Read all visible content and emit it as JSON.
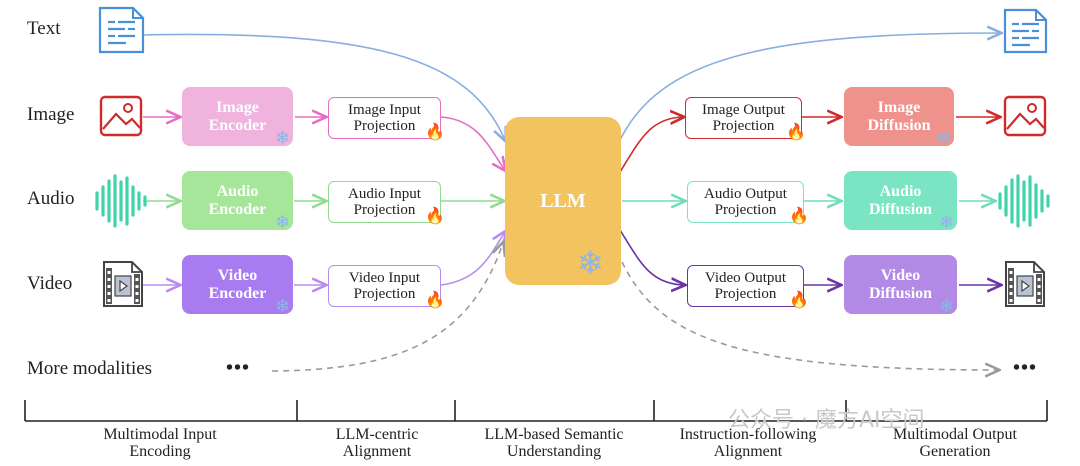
{
  "rows": {
    "text": "Text",
    "image": "Image",
    "audio": "Audio",
    "video": "Video",
    "more": "More modalities"
  },
  "encoders": {
    "image": [
      "Image",
      "Encoder"
    ],
    "audio": [
      "Audio",
      "Encoder"
    ],
    "video": [
      "Video",
      "Encoder"
    ]
  },
  "input_projections": {
    "image": [
      "Image Input",
      "Projection"
    ],
    "audio": [
      "Audio Input",
      "Projection"
    ],
    "video": [
      "Video Input",
      "Projection"
    ]
  },
  "llm": "LLM",
  "output_projections": {
    "image": [
      "Image Output",
      "Projection"
    ],
    "audio": [
      "Audio Output",
      "Projection"
    ],
    "video": [
      "Video Output",
      "Projection"
    ]
  },
  "diffusions": {
    "image": [
      "Image",
      "Diffusion"
    ],
    "audio": [
      "Audio",
      "Diffusion"
    ],
    "video": [
      "Video",
      "Diffusion"
    ]
  },
  "ellipsis": "•••",
  "stages": [
    [
      "Multimodal Input",
      "Encoding"
    ],
    [
      "LLM-centric",
      "Alignment"
    ],
    [
      "LLM-based Semantic",
      "Understanding"
    ],
    [
      "Instruction-following",
      "Alignment"
    ],
    [
      "Multimodal Output",
      "Generation"
    ]
  ],
  "watermark": "公众号 · 魔方AI空间",
  "colors": {
    "text": "#8aaee0",
    "image": "#e46ec6",
    "image_out": "#d12a2a",
    "audio": "#9ee39f",
    "audio_out": "#7be5c3",
    "video": "#b98bef",
    "video_out": "#6b34a6",
    "llm": "#f2c35f"
  }
}
